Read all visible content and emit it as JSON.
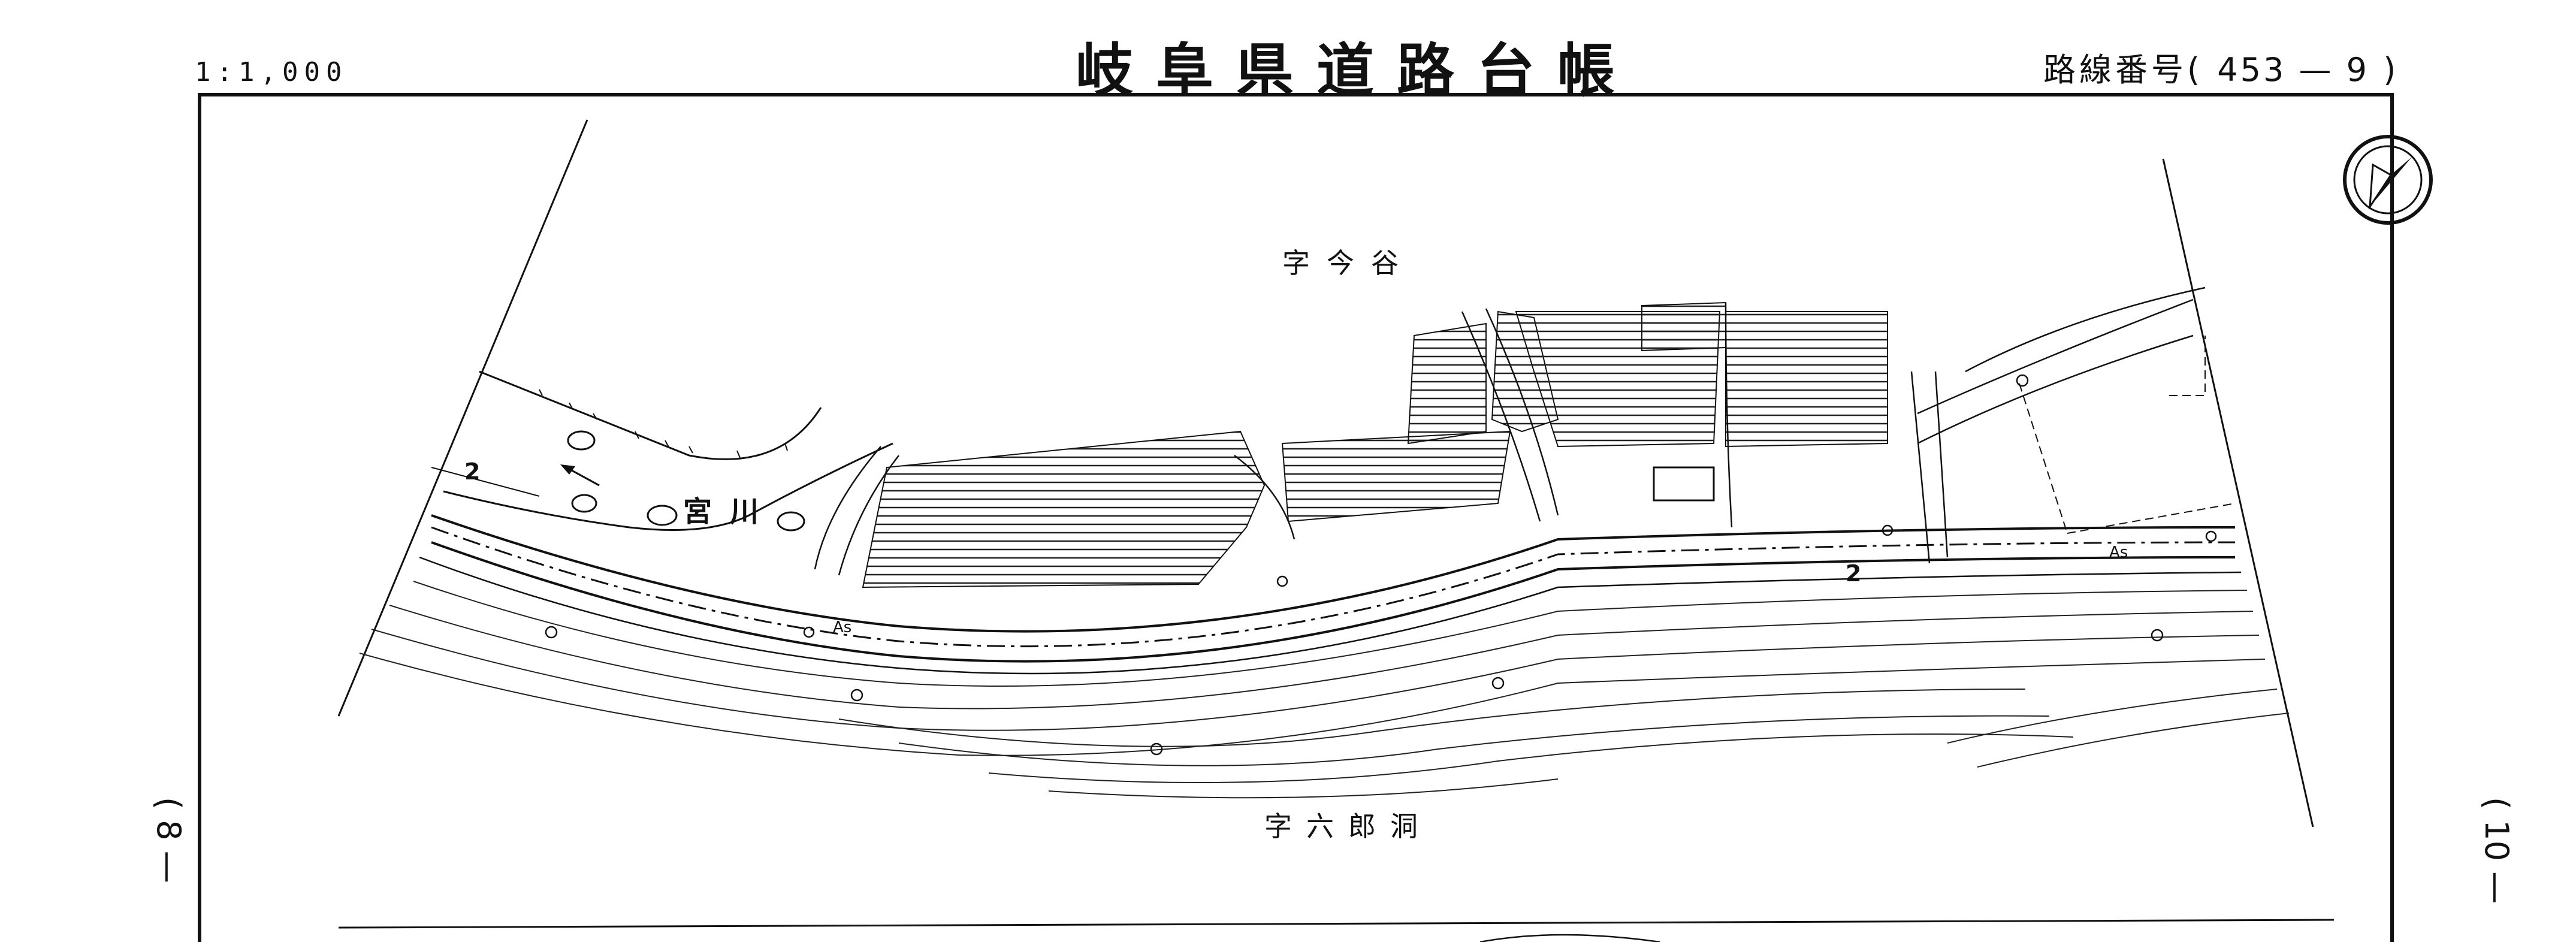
{
  "header": {
    "title": "岐阜県道路台帳",
    "scale": "1:1,000",
    "route_label": "路線番号",
    "route_number": "453 — 9",
    "route_open": "(",
    "route_close": ")"
  },
  "page_marks": {
    "left": "( 8 —",
    "right": "( 10 —"
  },
  "map": {
    "place_names": {
      "north": "字今谷",
      "south": "字六郎洞",
      "river": "宮川"
    },
    "road_labels": {
      "surface_left": "As",
      "surface_right": "As",
      "station_2_left": "2",
      "station_2_right": "2"
    },
    "icons": [
      "north-arrow-icon",
      "river-flow-arrow-icon"
    ]
  }
}
